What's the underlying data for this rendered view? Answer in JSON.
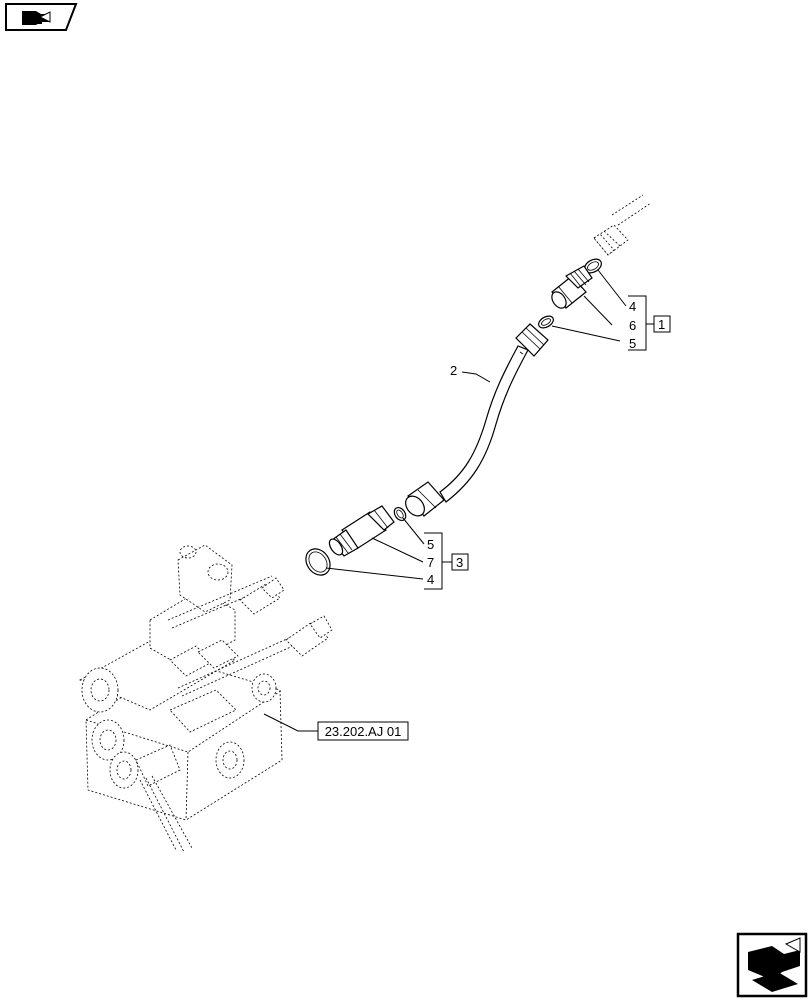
{
  "callouts": {
    "tube": "2",
    "upper_oring_top": "4",
    "upper_fitting": "6",
    "upper_oring_bottom": "5",
    "upper_group": "1",
    "lower_oring_small": "5",
    "lower_fitting": "7",
    "lower_oring_large": "4",
    "lower_group": "3"
  },
  "reference": {
    "valve_ref": "23.202.AJ 01"
  },
  "icons": {
    "top_left": "previous-page-icon",
    "bottom_right": "next-page-icon"
  }
}
